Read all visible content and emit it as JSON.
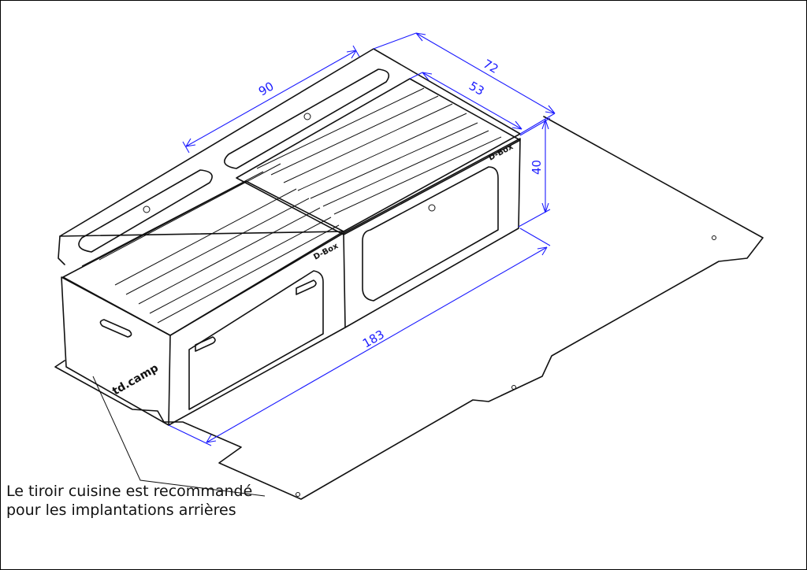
{
  "dimensions": {
    "top_length": "90",
    "depth_total": "72",
    "depth_inner": "53",
    "height": "40",
    "length": "183"
  },
  "branding": {
    "front_label": "td.camp",
    "side_label_1": "D-Box",
    "side_label_2": "D-Box"
  },
  "annotation": {
    "line1": "Le tiroir cuisine est recommandé",
    "line2": "pour les implantations arrières"
  },
  "colors": {
    "dimension_lines": "#1a1aff",
    "drawing_lines": "#111111"
  }
}
